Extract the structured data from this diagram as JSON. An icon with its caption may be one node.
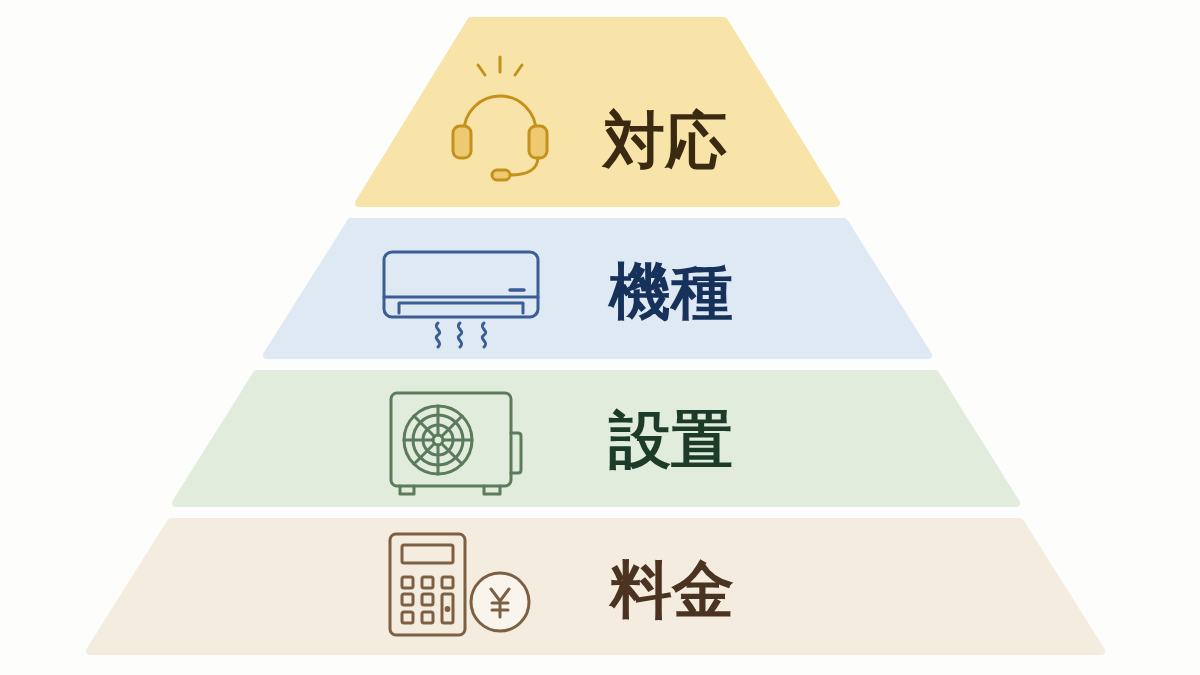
{
  "diagram": {
    "nodes": [
      {
        "text": [
          "対応"
        ]
      },
      {
        "text": [
          "機種"
        ]
      },
      {
        "text": [
          "設置"
        ]
      },
      {
        "text": [
          "料金"
        ]
      }
    ]
  }
}
